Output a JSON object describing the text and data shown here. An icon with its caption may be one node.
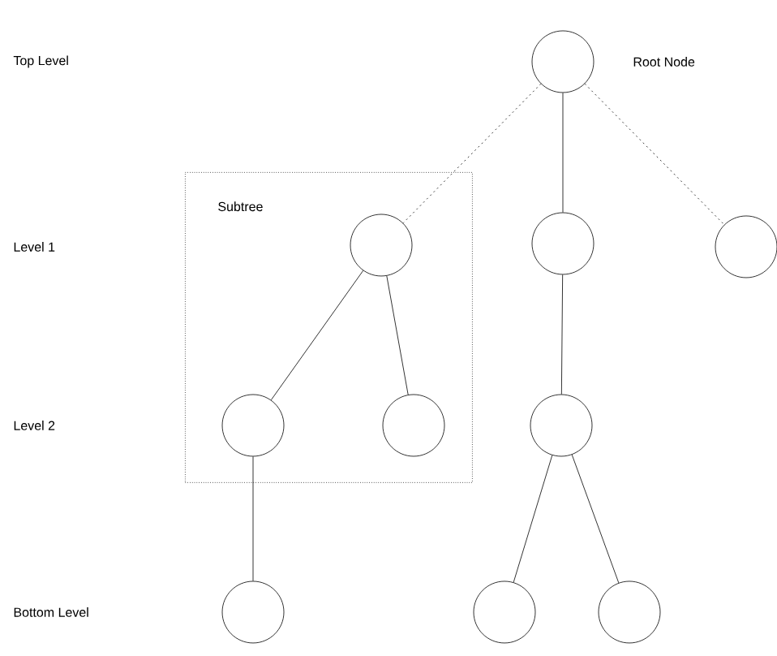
{
  "diagram": {
    "nodes": [
      {
        "text": [],
        "shape": "circle",
        "beside": [
          "Root Node"
        ]
      },
      {
        "text": [
          "Subtree"
        ]
      },
      {
        "text": [],
        "shape": "circle",
        "in": 1
      },
      {
        "text": [],
        "shape": "circle"
      },
      {
        "text": [],
        "shape": "circle"
      },
      {
        "text": [],
        "shape": "circle",
        "in": 1
      },
      {
        "text": [],
        "shape": "circle",
        "in": 1
      },
      {
        "text": [],
        "shape": "circle"
      },
      {
        "text": [],
        "shape": "circle"
      },
      {
        "text": [],
        "shape": "circle"
      },
      {
        "text": [],
        "shape": "circle"
      }
    ],
    "edges": [
      {
        "from": 0,
        "to": 2,
        "arrow": "none",
        "style": "dashed"
      },
      {
        "from": 0,
        "to": 3,
        "arrow": "none"
      },
      {
        "from": 0,
        "to": 4,
        "arrow": "none",
        "style": "dashed"
      },
      {
        "from": 2,
        "to": 5,
        "arrow": "none"
      },
      {
        "from": 2,
        "to": 6,
        "arrow": "none"
      },
      {
        "from": 3,
        "to": 7,
        "arrow": "none"
      },
      {
        "from": 5,
        "to": 8,
        "arrow": "none"
      },
      {
        "from": 7,
        "to": 9,
        "arrow": "none"
      },
      {
        "from": 7,
        "to": 10,
        "arrow": "none"
      }
    ],
    "labels": [
      "Top Level",
      "Level 1",
      "Level 2",
      "Bottom Level"
    ]
  }
}
